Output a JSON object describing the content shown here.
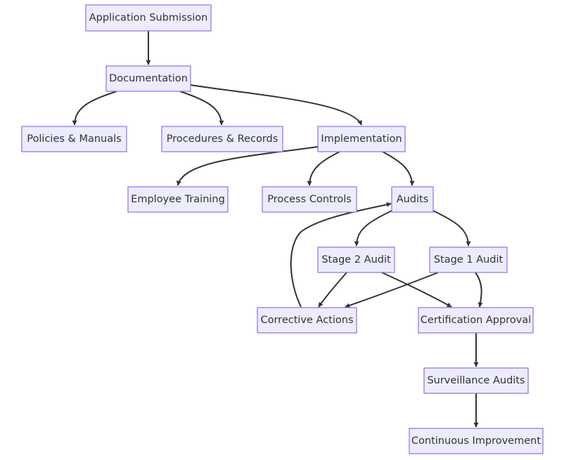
{
  "diagram": {
    "type": "flowchart",
    "colors": {
      "node_fill": "#ECECFF",
      "node_border": "#9370DB",
      "edge": "#333333",
      "text": "#333333"
    },
    "nodes": {
      "application_submission": "Application Submission",
      "documentation": "Documentation",
      "policies_manuals": "Policies & Manuals",
      "procedures_records": "Procedures & Records",
      "implementation": "Implementation",
      "employee_training": "Employee Training",
      "process_controls": "Process Controls",
      "audits": "Audits",
      "stage2_audit": "Stage 2 Audit",
      "stage1_audit": "Stage 1 Audit",
      "corrective_actions": "Corrective Actions",
      "certification_approval": "Certification Approval",
      "surveillance_audits": "Surveillance Audits",
      "continuous_improvement": "Continuous Improvement"
    },
    "edges": [
      {
        "from": "Application Submission",
        "to": "Documentation"
      },
      {
        "from": "Documentation",
        "to": "Policies & Manuals"
      },
      {
        "from": "Documentation",
        "to": "Procedures & Records"
      },
      {
        "from": "Documentation",
        "to": "Implementation"
      },
      {
        "from": "Implementation",
        "to": "Employee Training"
      },
      {
        "from": "Implementation",
        "to": "Process Controls"
      },
      {
        "from": "Implementation",
        "to": "Audits"
      },
      {
        "from": "Audits",
        "to": "Stage 2 Audit"
      },
      {
        "from": "Audits",
        "to": "Stage 1 Audit"
      },
      {
        "from": "Stage 2 Audit",
        "to": "Corrective Actions"
      },
      {
        "from": "Stage 2 Audit",
        "to": "Certification Approval"
      },
      {
        "from": "Stage 1 Audit",
        "to": "Corrective Actions"
      },
      {
        "from": "Stage 1 Audit",
        "to": "Certification Approval"
      },
      {
        "from": "Corrective Actions",
        "to": "Audits"
      },
      {
        "from": "Certification Approval",
        "to": "Surveillance Audits"
      },
      {
        "from": "Surveillance Audits",
        "to": "Continuous Improvement"
      }
    ]
  }
}
